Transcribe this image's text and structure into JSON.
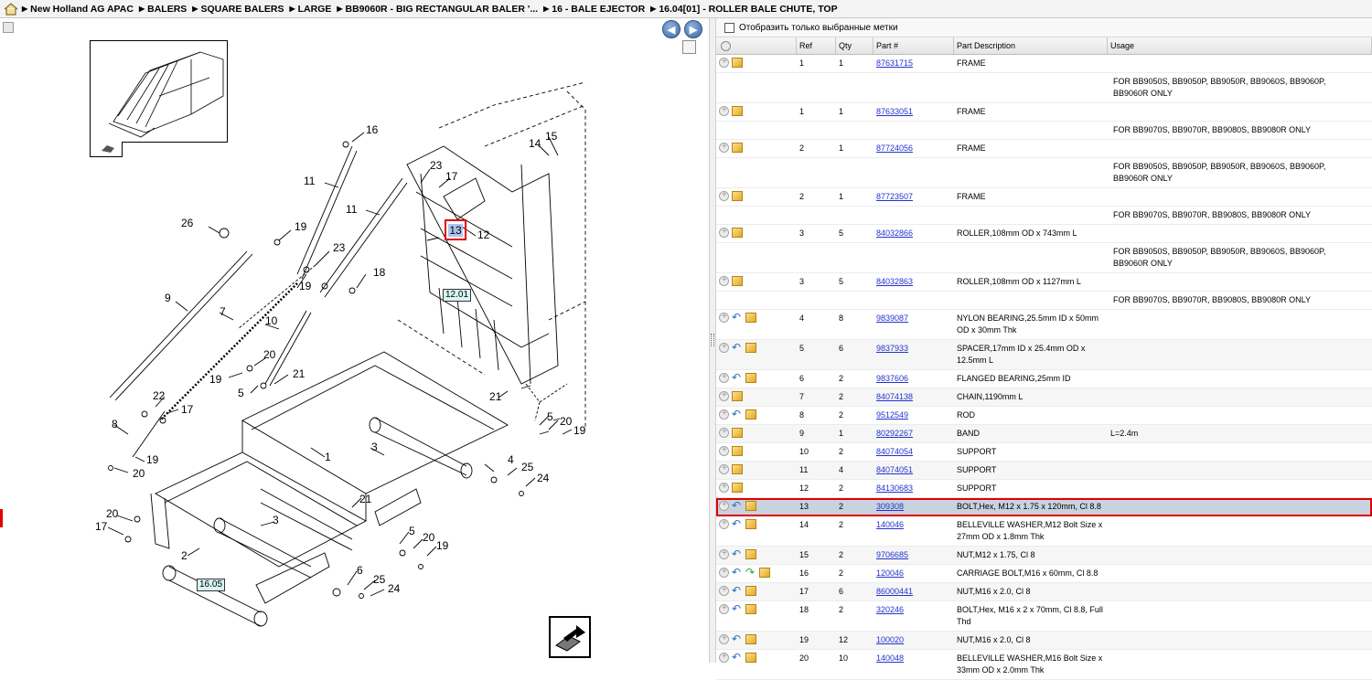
{
  "breadcrumb": [
    "New Holland AG APAC",
    "BALERS",
    "SQUARE BALERS",
    "LARGE",
    "BB9060R - BIG RECTANGULAR BALER '...",
    "16 - BALE EJECTOR",
    "16.04[01] - ROLLER BALE CHUTE, TOP"
  ],
  "filter_label": "Отобразить только выбранные метки",
  "table": {
    "headers": [
      "Ref",
      "Qty",
      "Part #",
      "Part Description",
      "Usage"
    ],
    "rows": [
      {
        "ref": "1",
        "qty": "1",
        "part": "87631715",
        "desc": "FRAME",
        "usage": "",
        "icons": [
          "plus",
          "box"
        ]
      },
      {
        "note": "FOR BB9050S, BB9050P, BB9050R, BB9060S, BB9060P, BB9060R ONLY"
      },
      {
        "ref": "1",
        "qty": "1",
        "part": "87633051",
        "desc": "FRAME",
        "usage": "",
        "icons": [
          "plus",
          "box"
        ]
      },
      {
        "note": "FOR BB9070S, BB9070R, BB9080S, BB9080R ONLY"
      },
      {
        "ref": "2",
        "qty": "1",
        "part": "87724056",
        "desc": "FRAME",
        "usage": "",
        "icons": [
          "plus",
          "box"
        ]
      },
      {
        "note": "FOR BB9050S, BB9050P, BB9050R, BB9060S, BB9060P, BB9060R ONLY"
      },
      {
        "ref": "2",
        "qty": "1",
        "part": "87723507",
        "desc": "FRAME",
        "usage": "",
        "icons": [
          "plus",
          "box"
        ]
      },
      {
        "note": "FOR BB9070S, BB9070R, BB9080S, BB9080R ONLY"
      },
      {
        "ref": "3",
        "qty": "5",
        "part": "84032866",
        "desc": "ROLLER,108mm OD x 743mm L",
        "usage": "",
        "icons": [
          "plus",
          "box"
        ]
      },
      {
        "note": "FOR BB9050S, BB9050P, BB9050R, BB9060S, BB9060P, BB9060R ONLY"
      },
      {
        "ref": "3",
        "qty": "5",
        "part": "84032863",
        "desc": "ROLLER,108mm OD x 1127mm L",
        "usage": "",
        "icons": [
          "plus",
          "box"
        ]
      },
      {
        "note": "FOR BB9070S, BB9070R, BB9080S, BB9080R ONLY"
      },
      {
        "ref": "4",
        "qty": "8",
        "part": "9839087",
        "desc": "NYLON BEARING,25.5mm ID x 50mm OD x 30mm Thk",
        "usage": "",
        "icons": [
          "plus",
          "back",
          "box"
        ]
      },
      {
        "ref": "5",
        "qty": "6",
        "part": "9837933",
        "desc": "SPACER,17mm ID x 25.4mm OD x 12.5mm L",
        "usage": "",
        "icons": [
          "plus",
          "back",
          "box"
        ]
      },
      {
        "ref": "6",
        "qty": "2",
        "part": "9837606",
        "desc": "FLANGED BEARING,25mm ID",
        "usage": "",
        "icons": [
          "plus",
          "back",
          "box"
        ]
      },
      {
        "ref": "7",
        "qty": "2",
        "part": "84074138",
        "desc": "CHAIN,1190mm L",
        "usage": "",
        "icons": [
          "plus",
          "box"
        ]
      },
      {
        "ref": "8",
        "qty": "2",
        "part": "9512549",
        "desc": "ROD",
        "usage": "",
        "icons": [
          "plus",
          "back",
          "box"
        ]
      },
      {
        "ref": "9",
        "qty": "1",
        "part": "80292267",
        "desc": "BAND",
        "usage": "L=2.4m",
        "icons": [
          "plus",
          "box"
        ]
      },
      {
        "ref": "10",
        "qty": "2",
        "part": "84074054",
        "desc": "SUPPORT",
        "usage": "",
        "icons": [
          "plus",
          "box"
        ]
      },
      {
        "ref": "11",
        "qty": "4",
        "part": "84074051",
        "desc": "SUPPORT",
        "usage": "",
        "icons": [
          "plus",
          "box"
        ]
      },
      {
        "ref": "12",
        "qty": "2",
        "part": "84130683",
        "desc": "SUPPORT",
        "usage": "",
        "icons": [
          "plus",
          "box"
        ]
      },
      {
        "ref": "13",
        "qty": "2",
        "part": "309308",
        "desc": "BOLT,Hex, M12 x 1.75 x 120mm, Cl 8.8",
        "usage": "",
        "icons": [
          "plus",
          "back",
          "box"
        ],
        "selected": true
      },
      {
        "ref": "14",
        "qty": "2",
        "part": "140046",
        "desc": "BELLEVILLE WASHER,M12 Bolt Size x 27mm OD x 1.8mm Thk",
        "usage": "",
        "icons": [
          "plus",
          "back",
          "box"
        ]
      },
      {
        "ref": "15",
        "qty": "2",
        "part": "9706685",
        "desc": "NUT,M12 x 1.75, Cl 8",
        "usage": "",
        "icons": [
          "plus",
          "back",
          "box"
        ]
      },
      {
        "ref": "16",
        "qty": "2",
        "part": "120046",
        "desc": "CARRIAGE BOLT,M16 x 60mm, Cl 8.8",
        "usage": "",
        "icons": [
          "plus",
          "back",
          "fwd",
          "box"
        ]
      },
      {
        "ref": "17",
        "qty": "6",
        "part": "86000441",
        "desc": "NUT,M16 x 2.0, Cl 8",
        "usage": "",
        "icons": [
          "plus",
          "back",
          "box"
        ]
      },
      {
        "ref": "18",
        "qty": "2",
        "part": "320246",
        "desc": "BOLT,Hex, M16 x 2 x 70mm, Cl 8.8, Full Thd",
        "usage": "",
        "icons": [
          "plus",
          "back",
          "box"
        ]
      },
      {
        "ref": "19",
        "qty": "12",
        "part": "100020",
        "desc": "NUT,M16 x 2.0, Cl 8",
        "usage": "",
        "icons": [
          "plus",
          "back",
          "box"
        ]
      },
      {
        "ref": "20",
        "qty": "10",
        "part": "140048",
        "desc": "BELLEVILLE WASHER,M16 Bolt Size x 33mm OD x 2.0mm Thk",
        "usage": "",
        "icons": [
          "plus",
          "back",
          "box"
        ]
      }
    ]
  },
  "diagram": {
    "callouts": [
      "16",
      "11",
      "11",
      "23",
      "17",
      "14",
      "15",
      "26",
      "19",
      "23",
      "19",
      "18",
      "9",
      "7",
      "10",
      "12",
      "21",
      "20",
      "19",
      "5",
      "21",
      "22",
      "17",
      "8",
      "19",
      "20",
      "1",
      "3",
      "4",
      "25",
      "24",
      "5",
      "20",
      "19",
      "20",
      "17",
      "21",
      "3",
      "2",
      "5",
      "20",
      "19",
      "6",
      "25",
      "24"
    ],
    "highlight_label": "13",
    "ref_boxes": [
      "12.01",
      "16.05"
    ]
  },
  "colors": {
    "selected_row": "#c9d3df",
    "highlight_border": "#e00000",
    "link": "#2233cc"
  }
}
